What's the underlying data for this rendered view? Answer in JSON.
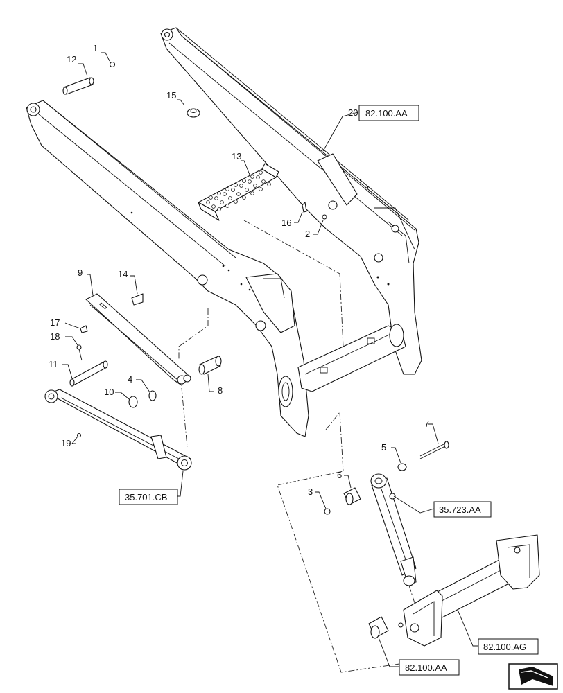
{
  "callouts": {
    "c1": "1",
    "c2": "2",
    "c3": "3",
    "c4": "4",
    "c5": "5",
    "c6": "6",
    "c7": "7",
    "c8": "8",
    "c9": "9",
    "c10": "10",
    "c11": "11",
    "c12": "12",
    "c13": "13",
    "c14": "14",
    "c15": "15",
    "c16": "16",
    "c17": "17",
    "c18": "18",
    "c19": "19",
    "c20": "20"
  },
  "references": {
    "ref_loader_arm": "82.100.AA",
    "ref_lift_cylinder": "35.701.CB",
    "ref_tilt_cylinder": "35.723.AA",
    "ref_attachment_frame": "82.100.AG",
    "ref_bottom": "82.100.AA"
  },
  "nav_icon": "arrow-back-icon"
}
